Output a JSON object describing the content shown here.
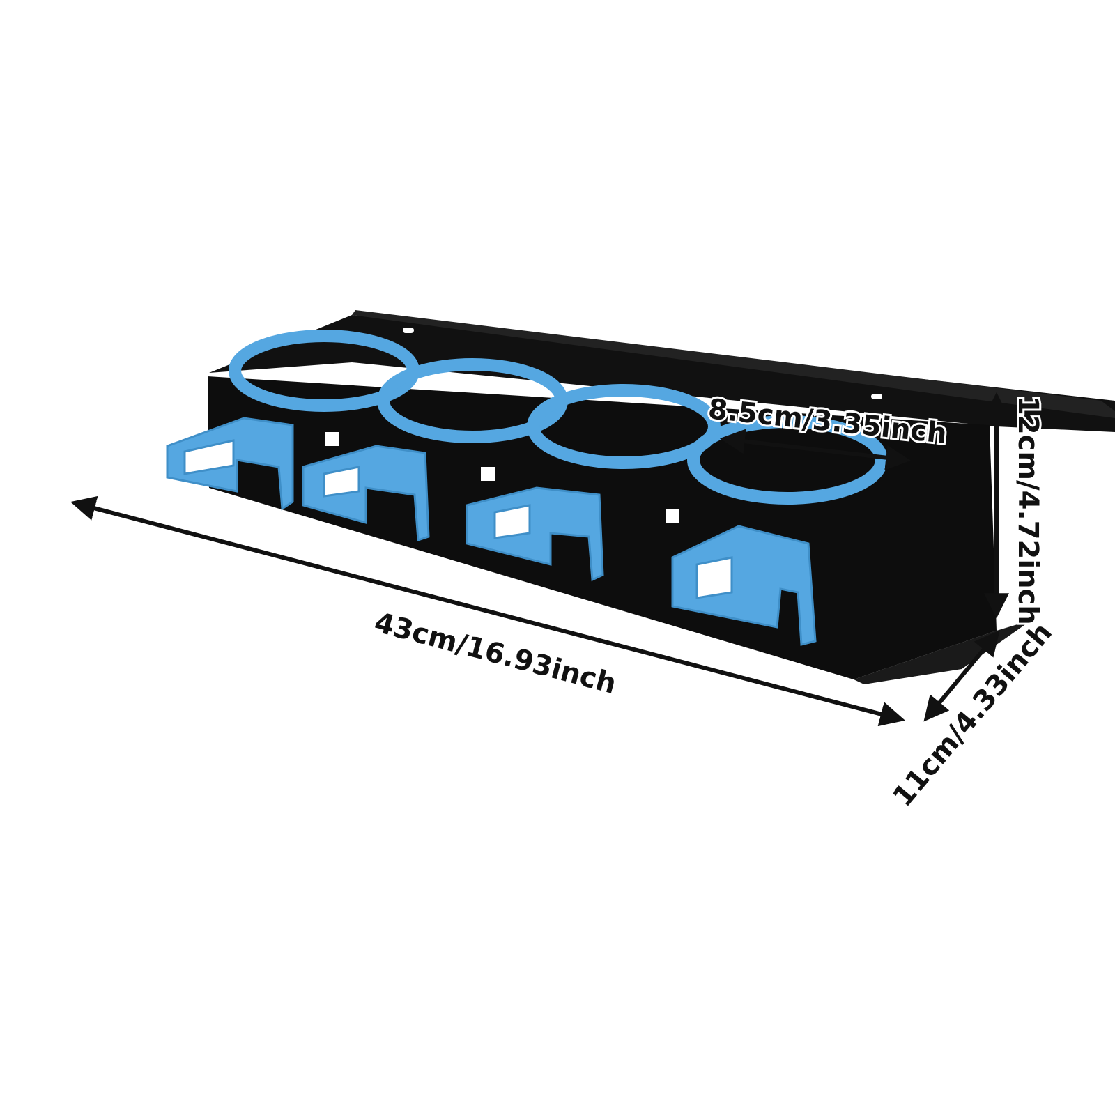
{
  "dimensions": {
    "length": "43cm/16.93inch",
    "height": "12cm/4.72inch",
    "depth": "11cm/4.33inch",
    "ring_diameter": "8.5cm/3.35inch"
  },
  "colors": {
    "rack": "#111111",
    "holder": "#55a7e1",
    "holder_shadow": "#3f8fc8",
    "arrow": "#111111",
    "background": "#ffffff"
  },
  "product": {
    "holder_count": 4,
    "ring_count": 4
  }
}
